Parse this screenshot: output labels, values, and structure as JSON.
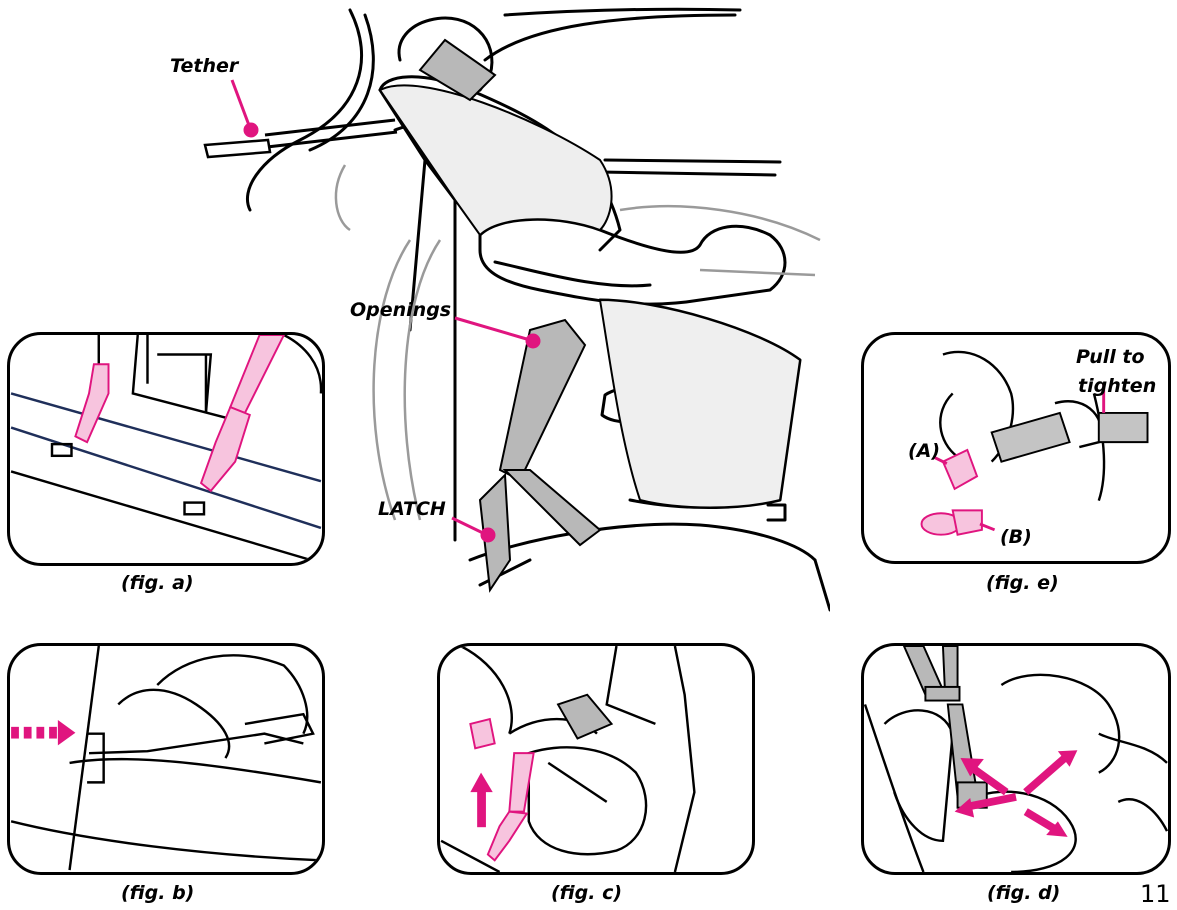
{
  "main": {
    "labels": {
      "tether": "Tether",
      "openings": "Openings",
      "latch": "LATCH"
    },
    "accent_color": "#e0157f"
  },
  "figures": {
    "a": "(fig. a)",
    "b": "(fig. b)",
    "c": "(fig. c)",
    "d": "(fig. d)",
    "e": "(fig. e)"
  },
  "fig_e": {
    "pull_line1": "Pull to",
    "pull_line2": "tighten",
    "label_a": "(A)",
    "label_b": "(B)"
  },
  "page_number": "11"
}
